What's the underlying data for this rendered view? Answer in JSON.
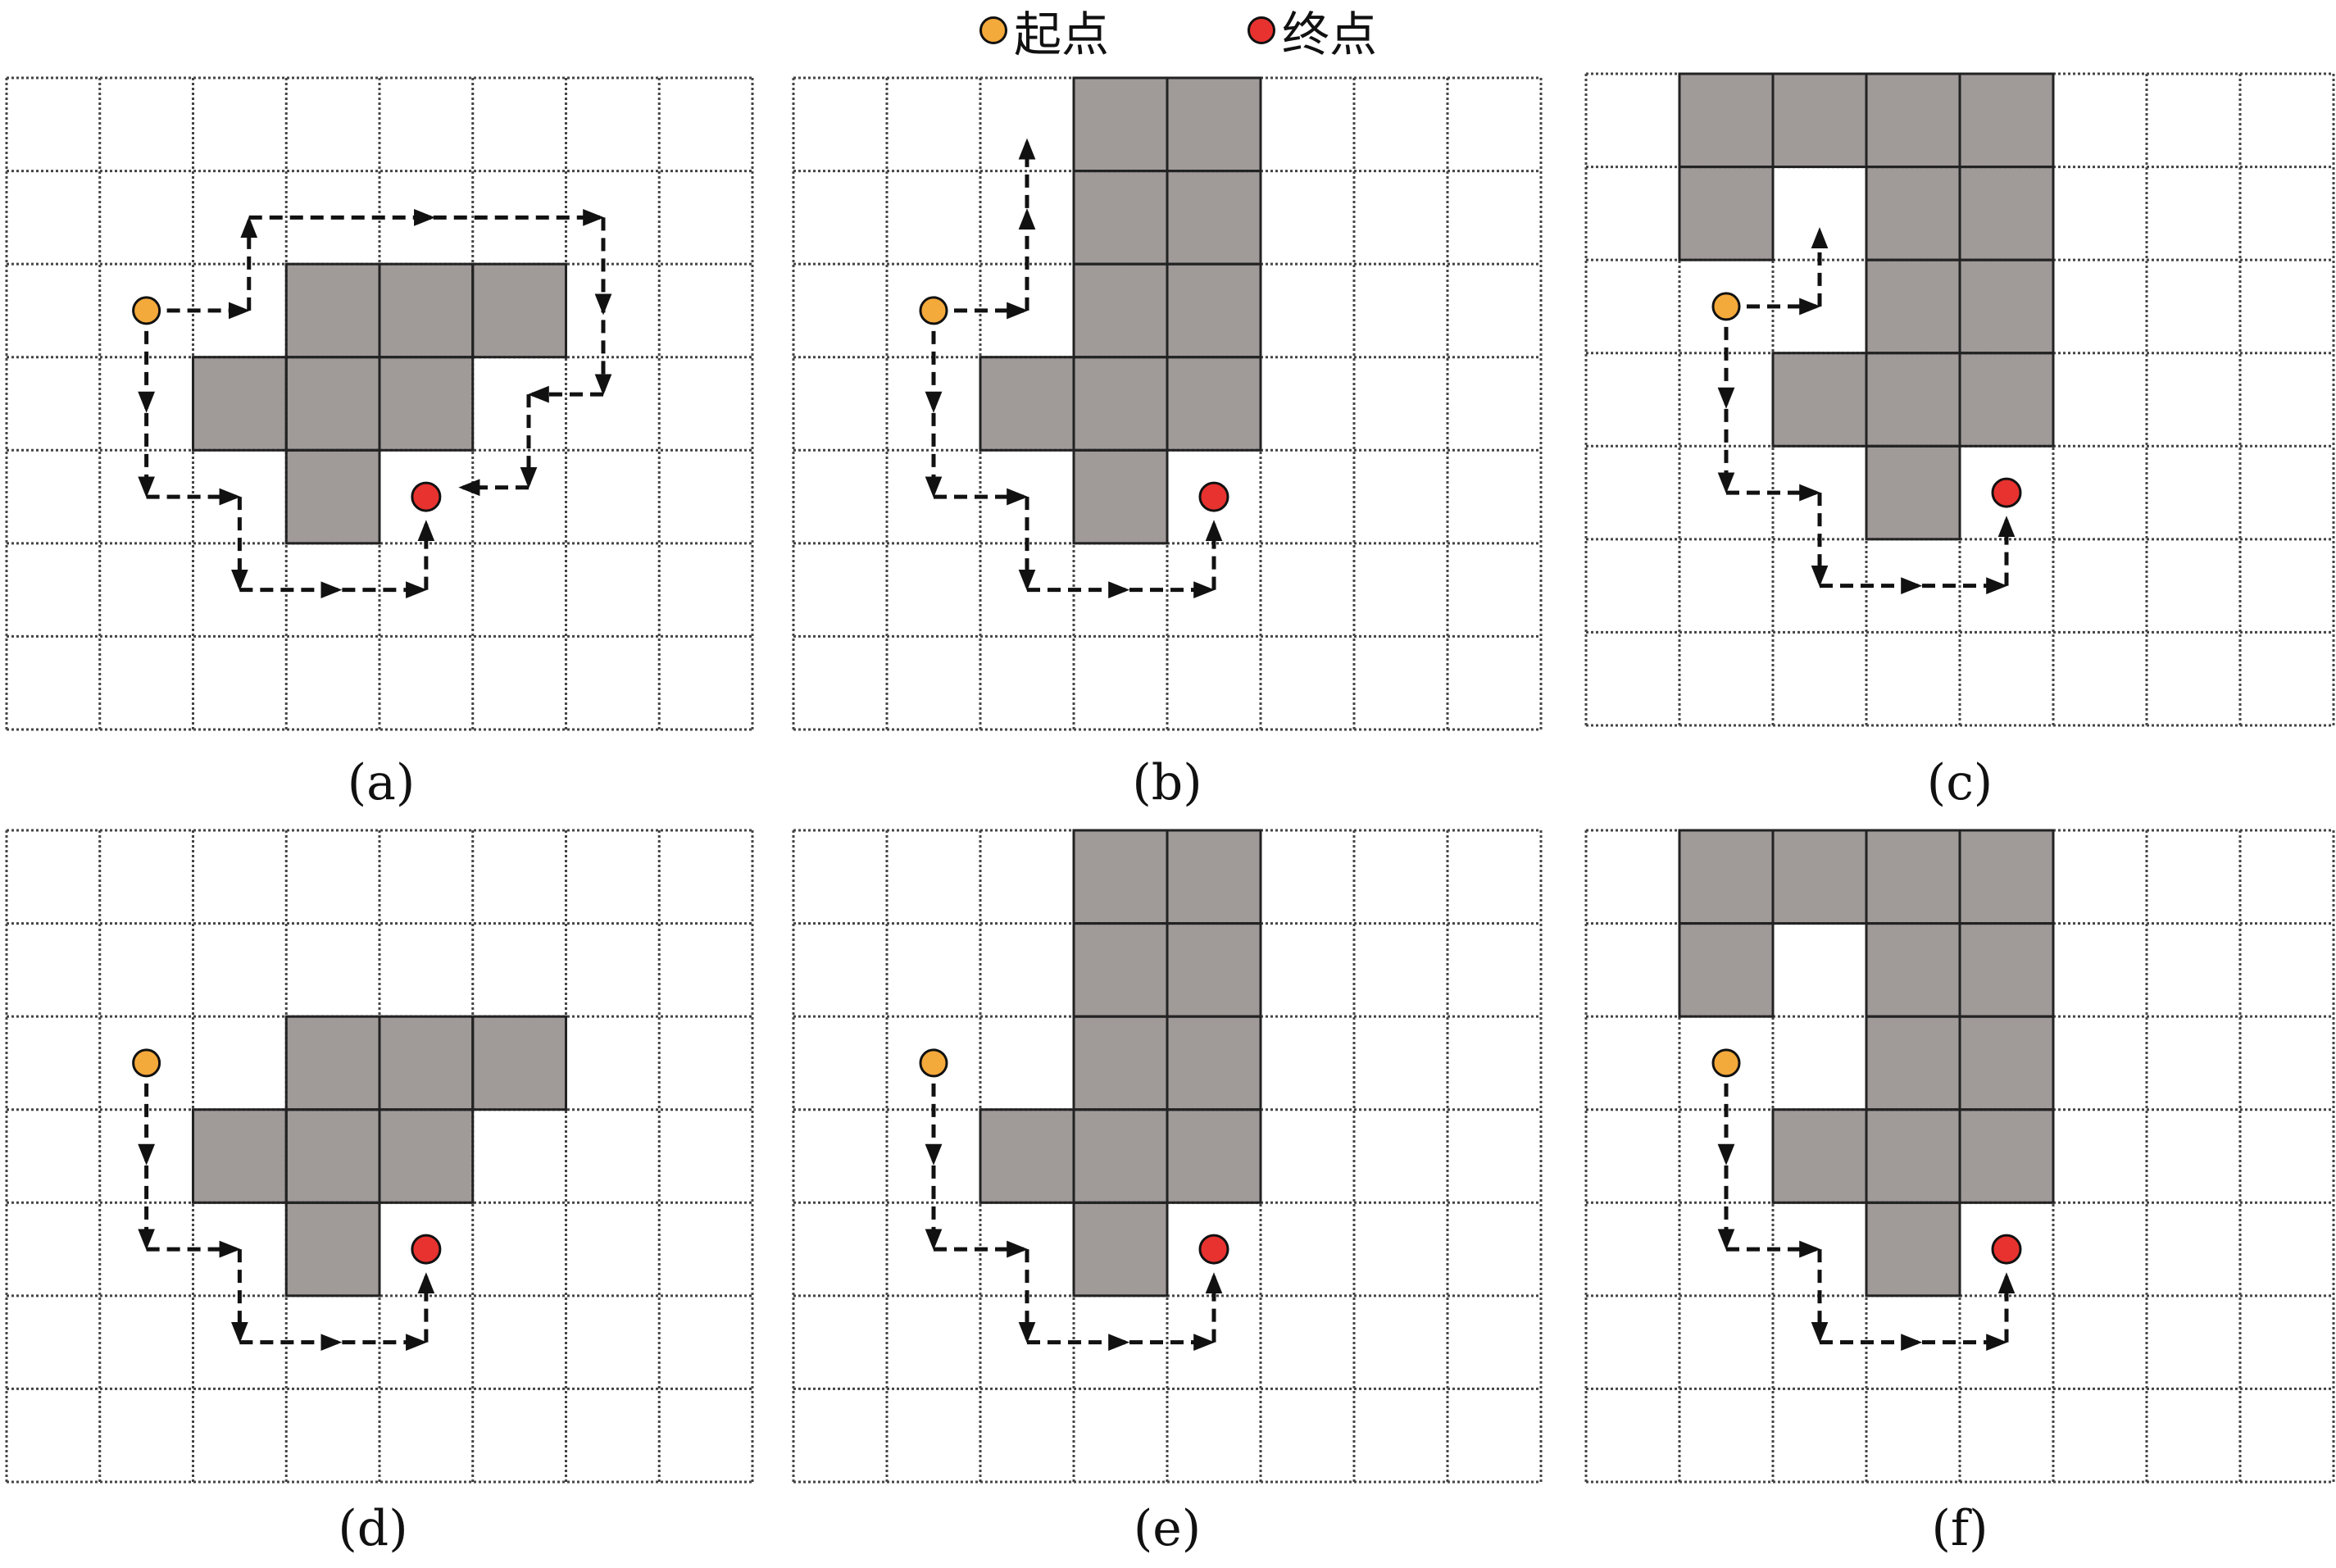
{
  "legend": {
    "start": {
      "label": "起点",
      "color": "#F4A93B"
    },
    "end": {
      "label": "终点",
      "color": "#E8322F"
    }
  },
  "grid": {
    "cols": 8,
    "rows": 7
  },
  "colors": {
    "obstacle": "#A09A99",
    "grid_line": "#444444",
    "path": "#111111"
  },
  "panels": [
    {
      "label": "(a)",
      "obstacles": [
        [
          3,
          2
        ],
        [
          4,
          2
        ],
        [
          5,
          2
        ],
        [
          2,
          3
        ],
        [
          3,
          3
        ],
        [
          4,
          3
        ],
        [
          3,
          4
        ]
      ],
      "start": [
        1.5,
        2.5
      ],
      "end": [
        4.5,
        4.5
      ],
      "paths": [
        [
          [
            1.5,
            2.5
          ],
          [
            2.6,
            2.5
          ],
          [
            2.6,
            1.5
          ],
          [
            6.4,
            1.5
          ],
          [
            6.4,
            3.4
          ],
          [
            5.6,
            3.4
          ],
          [
            5.6,
            4.4
          ],
          [
            4.7,
            4.4
          ]
        ],
        [
          [
            1.5,
            2.5
          ],
          [
            1.5,
            4.5
          ],
          [
            2.5,
            4.5
          ],
          [
            2.5,
            5.5
          ],
          [
            4.5,
            5.5
          ],
          [
            4.5,
            4.6
          ]
        ]
      ]
    },
    {
      "label": "(b)",
      "obstacles": [
        [
          3,
          0
        ],
        [
          4,
          0
        ],
        [
          3,
          1
        ],
        [
          4,
          1
        ],
        [
          3,
          2
        ],
        [
          4,
          2
        ],
        [
          2,
          3
        ],
        [
          3,
          3
        ],
        [
          4,
          3
        ],
        [
          3,
          4
        ]
      ],
      "start": [
        1.5,
        2.5
      ],
      "end": [
        4.5,
        4.5
      ],
      "paths": [
        [
          [
            1.5,
            2.5
          ],
          [
            2.5,
            2.5
          ],
          [
            2.5,
            0.5
          ]
        ],
        [
          [
            1.5,
            2.5
          ],
          [
            1.5,
            4.5
          ],
          [
            2.5,
            4.5
          ],
          [
            2.5,
            5.5
          ],
          [
            4.5,
            5.5
          ],
          [
            4.5,
            4.6
          ]
        ]
      ]
    },
    {
      "label": "(c)",
      "obstacles": [
        [
          1,
          0
        ],
        [
          2,
          0
        ],
        [
          3,
          0
        ],
        [
          4,
          0
        ],
        [
          1,
          1
        ],
        [
          3,
          1
        ],
        [
          4,
          1
        ],
        [
          3,
          2
        ],
        [
          4,
          2
        ],
        [
          2,
          3
        ],
        [
          3,
          3
        ],
        [
          4,
          3
        ],
        [
          3,
          4
        ]
      ],
      "start": [
        1.5,
        2.5
      ],
      "end": [
        4.5,
        4.5
      ],
      "paths": [
        [
          [
            1.5,
            2.5
          ],
          [
            2.5,
            2.5
          ],
          [
            2.5,
            1.5
          ]
        ],
        [
          [
            1.5,
            2.5
          ],
          [
            1.5,
            4.5
          ],
          [
            2.5,
            4.5
          ],
          [
            2.5,
            5.5
          ],
          [
            4.5,
            5.5
          ],
          [
            4.5,
            4.6
          ]
        ]
      ]
    },
    {
      "label": "(d)",
      "obstacles": [
        [
          3,
          2
        ],
        [
          4,
          2
        ],
        [
          5,
          2
        ],
        [
          2,
          3
        ],
        [
          3,
          3
        ],
        [
          4,
          3
        ],
        [
          3,
          4
        ]
      ],
      "start": [
        1.5,
        2.5
      ],
      "end": [
        4.5,
        4.5
      ],
      "paths": [
        [
          [
            1.5,
            2.5
          ],
          [
            1.5,
            4.5
          ],
          [
            2.5,
            4.5
          ],
          [
            2.5,
            5.5
          ],
          [
            4.5,
            5.5
          ],
          [
            4.5,
            4.6
          ]
        ]
      ]
    },
    {
      "label": "(e)",
      "obstacles": [
        [
          3,
          0
        ],
        [
          4,
          0
        ],
        [
          3,
          1
        ],
        [
          4,
          1
        ],
        [
          3,
          2
        ],
        [
          4,
          2
        ],
        [
          2,
          3
        ],
        [
          3,
          3
        ],
        [
          4,
          3
        ],
        [
          3,
          4
        ]
      ],
      "start": [
        1.5,
        2.5
      ],
      "end": [
        4.5,
        4.5
      ],
      "paths": [
        [
          [
            1.5,
            2.5
          ],
          [
            1.5,
            4.5
          ],
          [
            2.5,
            4.5
          ],
          [
            2.5,
            5.5
          ],
          [
            4.5,
            5.5
          ],
          [
            4.5,
            4.6
          ]
        ]
      ]
    },
    {
      "label": "(f)",
      "obstacles": [
        [
          1,
          0
        ],
        [
          2,
          0
        ],
        [
          3,
          0
        ],
        [
          4,
          0
        ],
        [
          1,
          1
        ],
        [
          3,
          1
        ],
        [
          4,
          1
        ],
        [
          3,
          2
        ],
        [
          4,
          2
        ],
        [
          2,
          3
        ],
        [
          3,
          3
        ],
        [
          4,
          3
        ],
        [
          3,
          4
        ]
      ],
      "start": [
        1.5,
        2.5
      ],
      "end": [
        4.5,
        4.5
      ],
      "paths": [
        [
          [
            1.5,
            2.5
          ],
          [
            1.5,
            4.5
          ],
          [
            2.5,
            4.5
          ],
          [
            2.5,
            5.5
          ],
          [
            4.5,
            5.5
          ],
          [
            4.5,
            4.6
          ]
        ]
      ]
    }
  ]
}
